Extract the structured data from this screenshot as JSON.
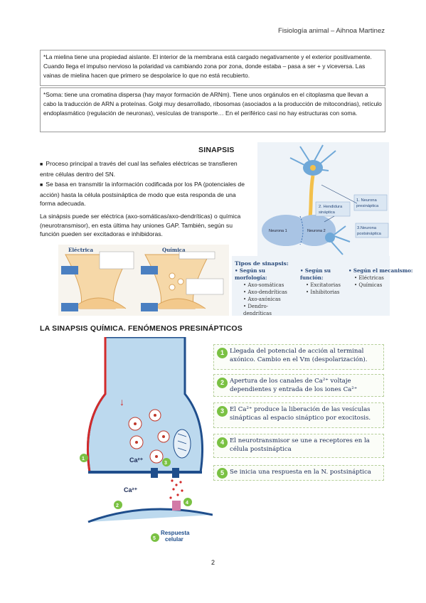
{
  "header": {
    "text": "Fisiología animal – Aihnoa Martinez"
  },
  "notes": [
    "*La mielina tiene una propiedad aislante. El interior de la membrana está cargado negativamente y el exterior positivamente. Cuando llega el impulso nervioso la polaridad va cambiando zona por zona, donde estaba – pasa a ser + y viceversa. Las vainas de mielina hacen que primero se despolarice lo que no está recubierto.",
    "*Soma: tiene una cromatina dispersa (hay mayor formación de ARNm). Tiene unos orgánulos en el citoplasma que llevan a cabo la traducción de ARN a proteínas. Golgi muy desarrollado, ribosomas (asociados a la producción de mitocondrias), retículo endoplasmático (regulación de neuronas), vesículas de transporte… En el periférico casi no hay estructuras con soma."
  ],
  "sinapsis": {
    "title": "SINAPSIS",
    "bullets": [
      "Proceso principal a través del cual las señales eléctricas se transfieren entre células dentro del SN.",
      "Se basa en transmitir la información codificada por los PA (potenciales de acción) hasta la célula postsináptica de modo que esta responda de una forma adecuada."
    ],
    "paragraph": "La sinápsis puede ser eléctrica (axo-somáticas/axo-dendríticas) o química (neurotransmisor), en esta última hay uniones GAP. También, según su función pueden ser excitadoras e inhibidoras.",
    "diagram_labels": {
      "presynaptic": "1. Neurona presináptica",
      "cleft": "2. Hendidura sináptica",
      "postsynaptic": "3.Neurona postsináptica",
      "neuron1": "Neurona 1",
      "neuron2": "Neurona 2"
    },
    "types_panel": {
      "title": "Tipos de sinapsis:",
      "groups": [
        {
          "heading": "• Según su morfología:",
          "items": [
            "• Axo-somáticas",
            "• Axo-dendríticas",
            "• Axo-axónicas",
            "• Dendro-dendríticas"
          ]
        },
        {
          "heading": "• Según su función:",
          "items": [
            "• Excitatorias",
            "• Inhibitorias"
          ]
        },
        {
          "heading": "• Según el mecanismo:",
          "items": [
            "• Eléctricas",
            "• Químicas"
          ]
        }
      ]
    },
    "electrica_label": "Eléctrica",
    "quimica_label": "Química"
  },
  "quimica_section": {
    "title": "LA SINAPSIS QUÍMICA. FENÓMENOS PRESINÁPTICOS",
    "steps": [
      {
        "num": "1",
        "text": "Llegada del potencial de acción al terminal axónico. Cambio en el Vm (despolarización)."
      },
      {
        "num": "2",
        "text": "Apertura de los canales de Ca²⁺ voltaje dependientes y entrada de los iones Ca²⁺"
      },
      {
        "num": "3",
        "text": "El Ca²⁺ produce la liberación de las vesículas sinápticas al espacio sináptico por exocitosis."
      },
      {
        "num": "4",
        "text": "El neurotransmisor se une a receptores en la célula postsináptica"
      },
      {
        "num": "5",
        "text": "Se inicia una respuesta en la N. postsináptica"
      }
    ],
    "figure_labels": {
      "ca1": "Ca²⁺",
      "ca2": "Ca²⁺",
      "respuesta": "Respuesta celular"
    }
  },
  "page_number": "2",
  "colors": {
    "step_green": "#7ac143",
    "membrane_blue": "#bcd9ee",
    "channel_navy": "#1f4e8c",
    "red": "#d22b2b"
  }
}
